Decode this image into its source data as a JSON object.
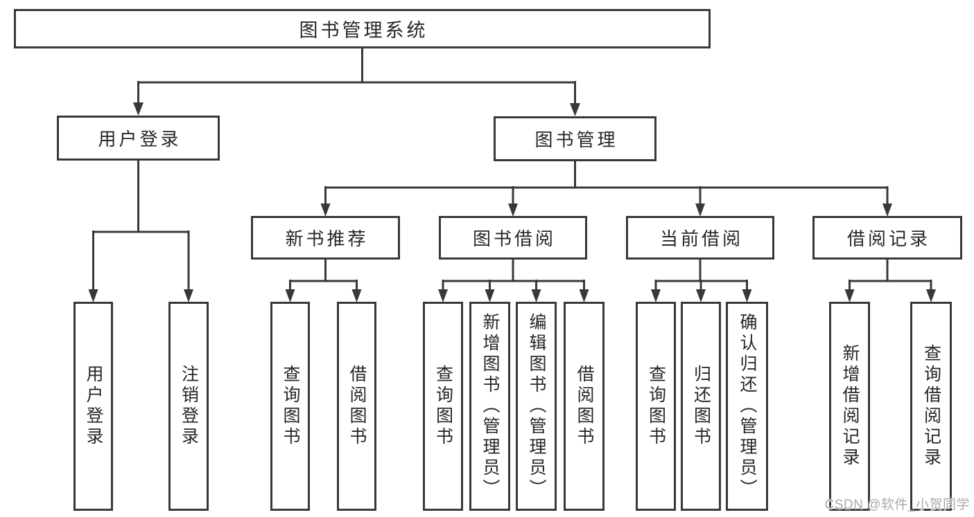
{
  "colors": {
    "line": "#383838",
    "text": "#262626",
    "box_background": "#ffffff",
    "page_background": "#ffffff",
    "watermark": "#a9a9a9"
  },
  "watermark": {
    "text": "CSDN @软件_小贺同学"
  },
  "tree": {
    "root": {
      "label": "图书管理系统"
    },
    "branches": [
      {
        "label": "用户登录",
        "children": [
          {
            "label": "用户登录"
          },
          {
            "label": "注销登录"
          }
        ]
      },
      {
        "label": "图书管理",
        "children": [
          {
            "label": "新书推荐",
            "children": [
              {
                "label": "查询图书"
              },
              {
                "label": "借阅图书"
              }
            ]
          },
          {
            "label": "图书借阅",
            "children": [
              {
                "label": "查询图书"
              },
              {
                "label": "新增图书（管理员）"
              },
              {
                "label": "编辑图书（管理员）"
              },
              {
                "label": "借阅图书"
              }
            ]
          },
          {
            "label": "当前借阅",
            "children": [
              {
                "label": "查询图书"
              },
              {
                "label": "归还图书"
              },
              {
                "label": "确认归还（管理员）"
              }
            ]
          },
          {
            "label": "借阅记录",
            "children": [
              {
                "label": "新增借阅记录"
              },
              {
                "label": "查询借阅记录"
              }
            ]
          }
        ]
      }
    ]
  }
}
